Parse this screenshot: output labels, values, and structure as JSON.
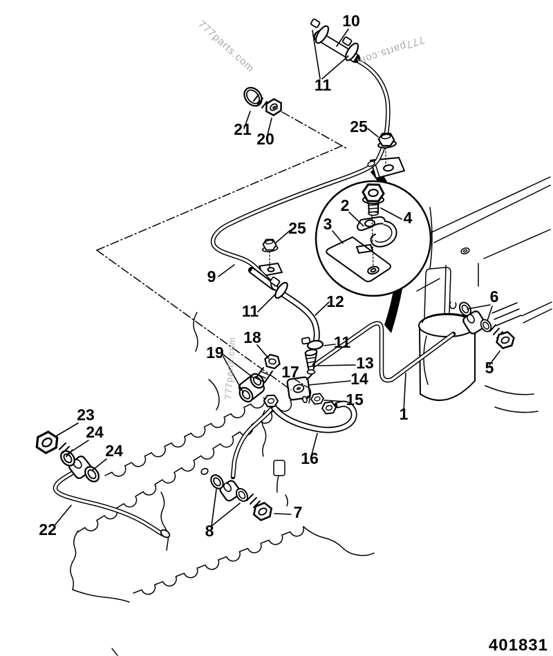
{
  "page": {
    "background": "#ffffff",
    "ink": "#000000",
    "watermark_color": "#a9a9a9"
  },
  "part_number": "401831",
  "watermarks": [
    {
      "text": "777parts.com"
    },
    {
      "text": "777parts.com"
    },
    {
      "text": "777parts.com"
    }
  ],
  "callouts": [
    {
      "id": "10",
      "label": "10"
    },
    {
      "id": "11-top",
      "label": "11"
    },
    {
      "id": "21",
      "label": "21"
    },
    {
      "id": "20",
      "label": "20"
    },
    {
      "id": "25-top",
      "label": "25"
    },
    {
      "id": "25-mid",
      "label": "25"
    },
    {
      "id": "9",
      "label": "9"
    },
    {
      "id": "2",
      "label": "2"
    },
    {
      "id": "3",
      "label": "3"
    },
    {
      "id": "4",
      "label": "4"
    },
    {
      "id": "12",
      "label": "12"
    },
    {
      "id": "11-mid-left",
      "label": "11"
    },
    {
      "id": "11-mid-right",
      "label": "11"
    },
    {
      "id": "18",
      "label": "18"
    },
    {
      "id": "19",
      "label": "19"
    },
    {
      "id": "17",
      "label": "17"
    },
    {
      "id": "13",
      "label": "13"
    },
    {
      "id": "14",
      "label": "14"
    },
    {
      "id": "15",
      "label": "15"
    },
    {
      "id": "16",
      "label": "16"
    },
    {
      "id": "6",
      "label": "6"
    },
    {
      "id": "5",
      "label": "5"
    },
    {
      "id": "1",
      "label": "1"
    },
    {
      "id": "23",
      "label": "23"
    },
    {
      "id": "24-upper",
      "label": "24"
    },
    {
      "id": "24-lower",
      "label": "24"
    },
    {
      "id": "22",
      "label": "22"
    },
    {
      "id": "7",
      "label": "7"
    },
    {
      "id": "8",
      "label": "8"
    }
  ]
}
